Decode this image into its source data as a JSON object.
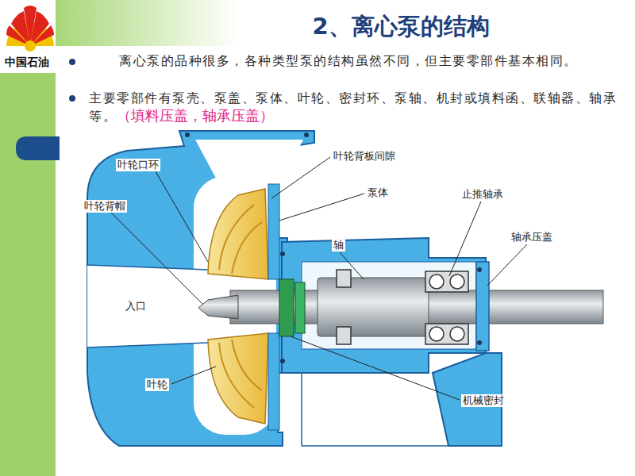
{
  "diagram": {
    "title": "2、离心泵的结构",
    "labels": [
      "中国石油",
      "离心泵的品种很多，各种类型泵的结构虽然不同，但主要零部件基本相同。",
      "主要零部件有泵壳、泵盖、泵体、叶轮、密封环、泵轴、机封或填料函、联轴器、轴承等。",
      "（填料压盖，轴承压盖）",
      "叶轮口环",
      "叶轮背板间隙",
      "叶轮背帽",
      "泵体",
      "止推轴承",
      "轴承压盖",
      "轴",
      "入口",
      "叶轮",
      "机械密封"
    ]
  }
}
